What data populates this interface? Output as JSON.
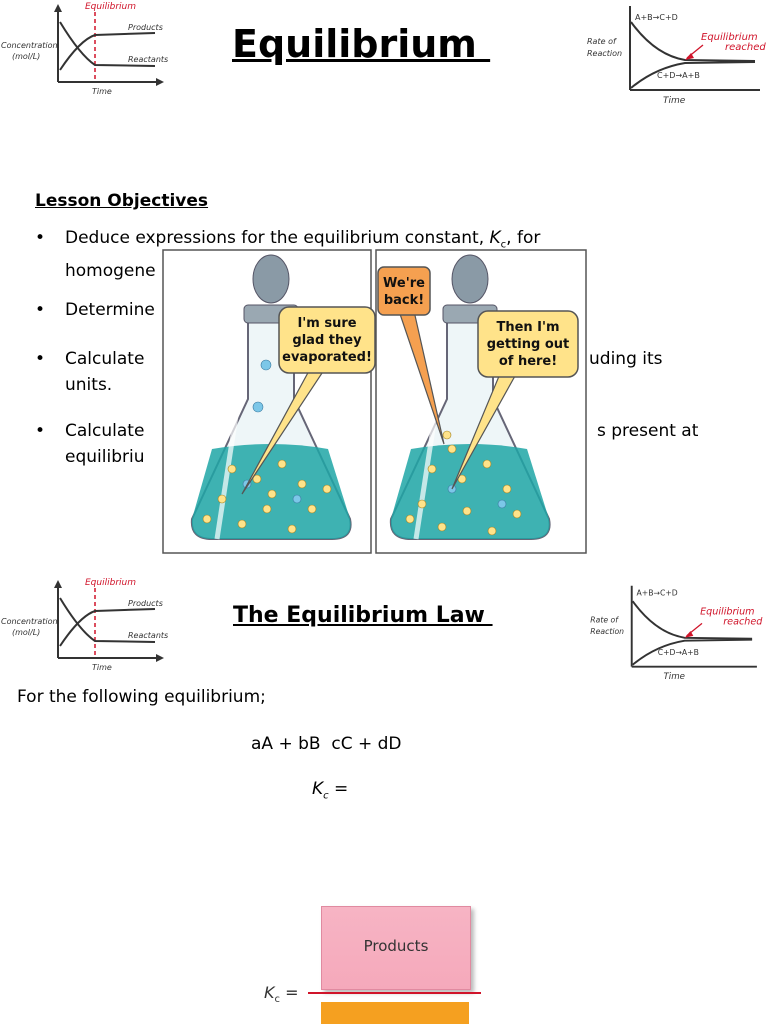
{
  "slide1": {
    "title": "Equilibrium ",
    "objectives_heading": "Lesson Objectives",
    "bullet_symbol": "•",
    "objectives": [
      {
        "prefix": "Deduce expressions for the equilibrium constant, ",
        "italic": "K",
        "sub": "c",
        "suffix": ", for",
        "line2": "homogene"
      },
      {
        "prefix": "Determine",
        "line2": ""
      },
      {
        "prefix": "Calculate",
        "tail": "uding its",
        "line2": "units."
      },
      {
        "prefix": "Calculate",
        "tail": "s present at",
        "line2": "equilibriu"
      }
    ]
  },
  "graph_left": {
    "ylabel1": "Concentration",
    "ylabel2": "(mol/L)",
    "xlabel": "Time",
    "marker": "Equilibrium",
    "upper_curve": "Products",
    "lower_curve": "Reactants"
  },
  "graph_right": {
    "ylabel1": "Rate of",
    "ylabel2": "Reaction",
    "xlabel": "Time",
    "forward": "A+B→C+D",
    "reverse": "C+D→A+B",
    "annot1": "Equilibrium",
    "annot2": "reached"
  },
  "cartoon": {
    "bubble_left": [
      "I'm sure",
      "glad they",
      "evaporated!"
    ],
    "bubble_top": [
      "We're",
      "back!"
    ],
    "bubble_right": [
      "Then I'm",
      "getting out",
      "of here!"
    ]
  },
  "slide2": {
    "title": "The Equilibrium Law ",
    "intro": "For the following equilibrium;",
    "reaction": "aA + bB  cC + dD",
    "kc_symbol": "K",
    "kc_sub": "c",
    "equals": " =",
    "figure_products": "Products",
    "figure_kc": "K",
    "figure_kc_sub": "c",
    "figure_equals": " ="
  },
  "colors": {
    "accent_red": "#d0142a",
    "liquid": "#1fa6a6",
    "bubble_fill": "#ffe38a",
    "bubble_top": "#f5a050",
    "products_pink": "#f4a0b4",
    "reactants_orange": "#f5a020"
  }
}
